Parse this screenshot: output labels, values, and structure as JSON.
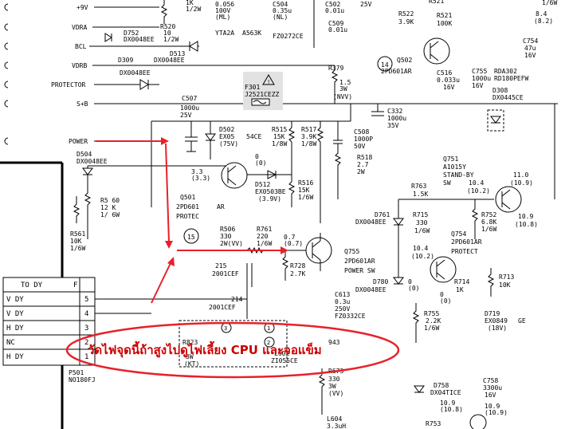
{
  "labels": {
    "plus9v": "+9V",
    "vdra": "VDRA",
    "bcl": "BCL",
    "vdrb": "VDRB",
    "protector": "PROTECTOR",
    "sb": "S+B",
    "power": "POWER"
  },
  "parts": {
    "d752": "D752",
    "d752v": "DX0048EE",
    "r520": "R520",
    "r520a": "10",
    "r520b": "1/2W",
    "d513": "D513",
    "d513v": "DX0048EE",
    "d309": "D309",
    "d309v": "DX0048EE",
    "r379": "R379",
    "r379a": "1.5",
    "r379b": "3W",
    "r379c": "(NVV)",
    "f301": "F301",
    "f301v": "J2521CEZZ",
    "c507": "C507",
    "c507a": "1000u",
    "c507b": "25V",
    "d502": "D502",
    "d502v": "EX05",
    "d502c": "(75V)",
    "d502d": "54CE",
    "r515": "R515",
    "r515a": "15K",
    "r515b": "1/8W",
    "r517": "R517",
    "r517a": "3.9K",
    "r517b": "1/8W",
    "c508": "C508",
    "c508a": "1000P",
    "c508b": "50V",
    "r518": "R518",
    "r518a": "2.7",
    "r518b": "2W",
    "c332": "C332",
    "c332a": "1000u",
    "c332b": "35V",
    "d504": "D504",
    "d504v": "DX0048EE",
    "r560": "R5 60",
    "r560a": "12 K",
    "r560b": "1/ 6W",
    "r561": "R561",
    "r561a": "10K",
    "r561b": "1/6W",
    "q501v1": "3.3",
    "q501v2": "(3.3)",
    "d512": "D512",
    "d512v": "EX0503BE",
    "d512c": "(3.9V)",
    "d512v1": "0",
    "d512v2": "(0)",
    "r516": "R516",
    "r516a": "15K",
    "r516b": "1/6W",
    "q501": "Q501",
    "q501v": "2PD601",
    "q501c": "PROTEC",
    "q501d": "AR",
    "t15": "15",
    "r506": "R506",
    "r506a": "330",
    "r506b": "2W(VV)",
    "r761": "R761",
    "r761a": "220",
    "r761b": "1/6W",
    "q755v1": "0.7",
    "q755v2": "(0.7)",
    "r728": "R728",
    "r728a": "2.7K",
    "q755": "Q755",
    "q755v": "2PD601AR",
    "q755c": "POWER SW",
    "c215": "215",
    "c215v": "2001CEF",
    "c214": "214",
    "c214v": "2001CEF",
    "c502": "C502",
    "c502a": "0.01u",
    "c509": "C509",
    "c509a": "0.01u",
    "c504a": "0.35u",
    "c504b": "(NL)",
    "c504": "C504",
    "r5xx": "0.056",
    "r5xxb": "100V",
    "r5xxc": "(ML)",
    "r5xxd": "1K",
    "r5xxe": "1/2W",
    "yta": "YTA2A",
    "a563": "A563K",
    "fz": "FZ0272CE",
    "v25": "25V",
    "r522": "R522",
    "r522a": "3.9K",
    "r521": "R521",
    "r521a": "100K",
    "q502": "Q502",
    "q502v": "2PD601AR",
    "t14": "14",
    "c516": "C516",
    "c516a": "0.033u",
    "c516b": "16V",
    "c755": "C755",
    "c755a": "1000u",
    "c755b": "16V",
    "rda302": "RDA302",
    "rda302v": "RD180PEFW",
    "d308": "D308",
    "d308v": "DX0445CE",
    "c754": "C754",
    "c754a": "47u",
    "c754b": "16V",
    "v84": "8.4",
    "v82": "(8.2)",
    "w16": "1/6W",
    "q751": "Q751",
    "q751v": "A1015Y",
    "q751c": "STAND-BY",
    "q751d": "SW",
    "q751v1": "10.4",
    "q751v2": "(10.2)",
    "q751v3": "11.0",
    "q751v4": "(10.9)",
    "q751v5": "10.9",
    "q751v6": "(10.8)",
    "r763": "R763",
    "r763a": "1.5K",
    "r715": "R715",
    "r715a": "330",
    "r715b": "1/6W",
    "r752": "R752",
    "r752a": "6.8K",
    "r752b": "1/6W",
    "d761": "D761",
    "d761v": "DX0048EE",
    "q754": "Q754",
    "q754v": "2PD601AR",
    "q754c": "PROTECT",
    "q754v1": "10.4",
    "q754v2": "(10.2)",
    "q754v3": "0",
    "q754v4": "(0)",
    "q754v5": "0",
    "q754v6": "(0)",
    "r714": "R714",
    "r714a": "1K",
    "r713": "R713",
    "r713a": "10K",
    "d780": "D780",
    "d780v": "DX0048EE",
    "c613": "C613",
    "c613a": "0.3u",
    "c613b": "250V",
    "c613c": "FZ0332CE",
    "r755": "R755",
    "r755a": "2.2K",
    "r755b": "1/6W",
    "d719": "D719",
    "d719v": "EX0849",
    "d719c": "(18V)",
    "d719d": "GE",
    "r823": "R823",
    "r823a": "3W",
    "r823b": "(KT)",
    "l602": "L602",
    "l602v": "ZI055CE",
    "r943": "943",
    "r673": "R673",
    "r673a": "330",
    "r673b": "3W",
    "r673c": "(VV)",
    "l604": "L604",
    "l604a": "3.3uH",
    "d758": "D758",
    "d758v": "DX04TICE",
    "c758": "C758",
    "c758a": "3300u",
    "c758b": "16V",
    "c758v1": "10.9",
    "c758v2": "(10.8)",
    "c758v3": "10.9",
    "c758v4": "(10.9)",
    "p501": "P501",
    "p501v": "NO180FJ",
    "r753": "R753"
  },
  "connector": {
    "title": "TO DY",
    "pin_header": "F",
    "rows": [
      {
        "name": "V DY",
        "pin": "5"
      },
      {
        "name": "V DY",
        "pin": "4"
      },
      {
        "name": "H DY",
        "pin": "3"
      },
      {
        "name": "NC",
        "pin": "2"
      },
      {
        "name": "H DY",
        "pin": "1"
      }
    ]
  },
  "annotation": {
    "text": "วัดไฟจุดนี้ถ้าสูงไปดูไฟเลี้ยง CPU และจอแข็ม",
    "color": "#cc0000",
    "arrow_color": "#e8202a"
  }
}
